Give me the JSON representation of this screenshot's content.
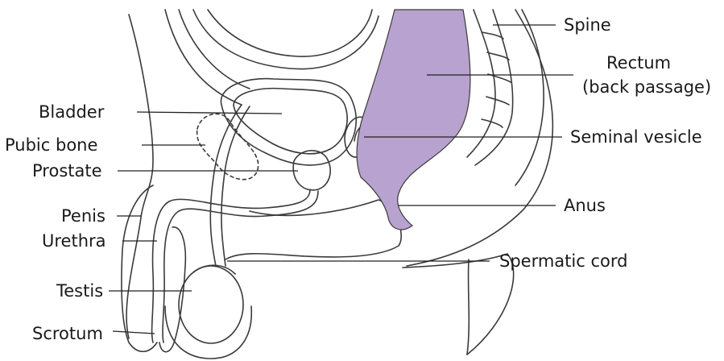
{
  "diagram": {
    "labels_left": {
      "bladder": "Bladder",
      "pubic_bone": "Pubic bone",
      "prostate": "Prostate",
      "penis": "Penis",
      "urethra": "Urethra",
      "testis": "Testis",
      "scrotum": "Scrotum"
    },
    "labels_right": {
      "spine": "Spine",
      "rectum_line1": "Rectum",
      "rectum_line2": "(back passage)",
      "seminal_vesicle": "Seminal vesicle",
      "anus": "Anus",
      "spermatic_cord": "Spermatic cord"
    },
    "colors": {
      "rectum_fill": "#b8a2cf",
      "outline": "#3a3a3a",
      "leader": "#222222"
    }
  }
}
